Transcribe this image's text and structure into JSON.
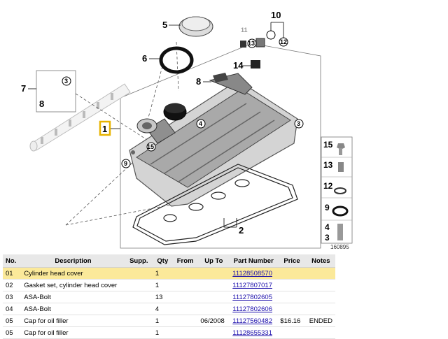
{
  "diagram": {
    "figure_number": "160895",
    "callouts": {
      "c1": "1",
      "c2": "2",
      "c3": "3",
      "c4": "4",
      "c5": "5",
      "c6": "6",
      "c7": "7",
      "c8a": "8",
      "c8b": "8",
      "c9": "9",
      "c10": "10",
      "c11": "11",
      "c12": "12",
      "c13": "13",
      "c14": "14",
      "c15": "15"
    },
    "legend": [
      "15",
      "13",
      "12",
      "9",
      "4",
      "3"
    ]
  },
  "table": {
    "headers": {
      "no": "No.",
      "description": "Description",
      "supp": "Supp.",
      "qty": "Qty",
      "from": "From",
      "up_to": "Up To",
      "part_number": "Part Number",
      "price": "Price",
      "notes": "Notes"
    },
    "rows": [
      {
        "no": "01",
        "description": "Cylinder head cover",
        "supp": "",
        "qty": "1",
        "from": "",
        "up_to": "",
        "part_number": "11128508570",
        "price": "",
        "notes": ""
      },
      {
        "no": "02",
        "description": "Gasket set, cylinder head cover",
        "supp": "",
        "qty": "1",
        "from": "",
        "up_to": "",
        "part_number": "11127807017",
        "price": "",
        "notes": ""
      },
      {
        "no": "03",
        "description": "ASA-Bolt",
        "supp": "",
        "qty": "13",
        "from": "",
        "up_to": "",
        "part_number": "11127802605",
        "price": "",
        "notes": ""
      },
      {
        "no": "04",
        "description": "ASA-Bolt",
        "supp": "",
        "qty": "4",
        "from": "",
        "up_to": "",
        "part_number": "11127802606",
        "price": "",
        "notes": ""
      },
      {
        "no": "05",
        "description": "Cap for oil filler",
        "supp": "",
        "qty": "1",
        "from": "",
        "up_to": "06/2008",
        "part_number": "11127560482",
        "price": "$16.16",
        "notes": "ENDED"
      },
      {
        "no": "05",
        "description": "Cap for oil filler",
        "supp": "",
        "qty": "1",
        "from": "",
        "up_to": "",
        "part_number": "11128655331",
        "price": "",
        "notes": ""
      }
    ]
  },
  "colors": {
    "highlight_row": "#fbe99a",
    "callout_1_border": "#e8b400",
    "link": "#1a0dab"
  }
}
